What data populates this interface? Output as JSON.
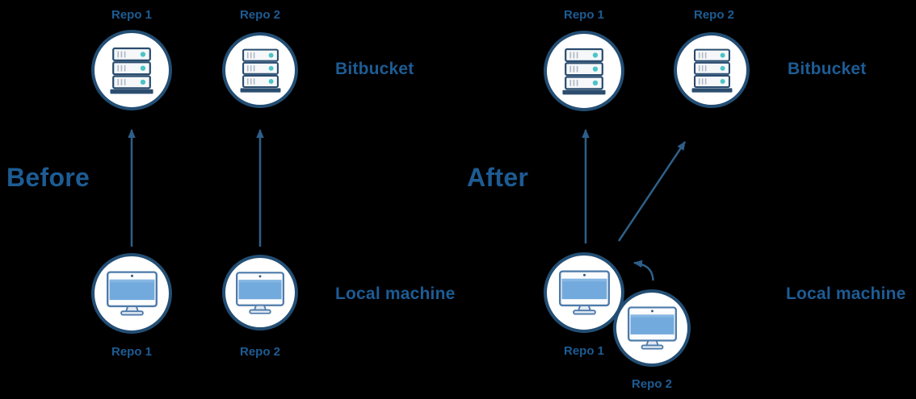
{
  "before": {
    "heading": "Before",
    "remote_group_label": "Bitbucket",
    "local_group_label": "Local machine",
    "remote_repos": [
      "Repo 1",
      "Repo 2"
    ],
    "local_repos": [
      "Repo 1",
      "Repo 2"
    ]
  },
  "after": {
    "heading": "After",
    "remote_group_label": "Bitbucket",
    "local_group_label": "Local machine",
    "remote_repos": [
      "Repo 1",
      "Repo 2"
    ],
    "local_repos": [
      "Repo 1",
      "Repo 2"
    ]
  },
  "connections": {
    "before": [
      {
        "from": "local-repo-1",
        "to": "bitbucket-repo-1",
        "style": "straight-up-arrow"
      },
      {
        "from": "local-repo-2",
        "to": "bitbucket-repo-2",
        "style": "straight-up-arrow"
      }
    ],
    "after": [
      {
        "from": "local-repo-1",
        "to": "bitbucket-repo-1",
        "style": "straight-up-arrow"
      },
      {
        "from": "local-repo-1",
        "to": "bitbucket-repo-2",
        "style": "diagonal-up-arrow"
      },
      {
        "from": "local-repo-2",
        "to": "local-repo-1",
        "style": "curved-arrow"
      }
    ]
  },
  "icons": {
    "remote": "server-icon",
    "local": "desktop-computer-icon"
  },
  "palette": {
    "background": "#000000",
    "text_blue": "#1d5c94",
    "circle_border_navy": "#234e74",
    "arrow_navy": "#2e5f8a",
    "server_border": "#2b4d6f",
    "server_body": "#f5f7f9",
    "server_dot_teal": "#4cc4c7",
    "monitor_border": "#4e7bab",
    "monitor_screen_blue": "#73aadd",
    "circle_fill": "#ffffff"
  }
}
